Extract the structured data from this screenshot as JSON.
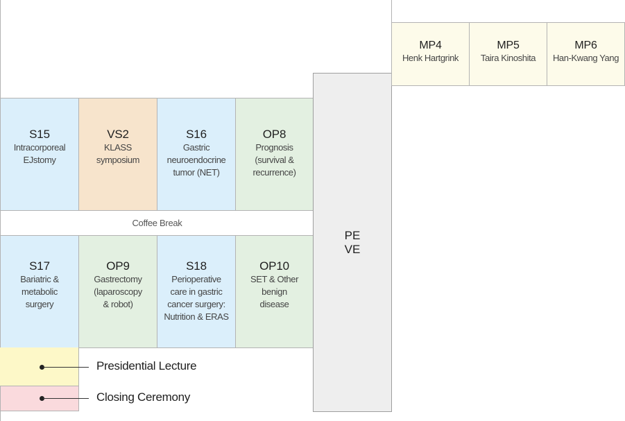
{
  "sessions_row1": [
    {
      "code": "S15",
      "desc": "Intracorporeal\nEJstomy"
    },
    {
      "code": "VS2",
      "desc": "KLASS\nsymposium"
    },
    {
      "code": "S16",
      "desc": "Gastric\nneuroendocrine\ntumor (NET)"
    },
    {
      "code": "OP8",
      "desc": "Prognosis\n(survival &\nrecurrence)"
    }
  ],
  "coffee_break": "Coffee Break",
  "sessions_row2": [
    {
      "code": "S17",
      "desc": "Bariatric &\nmetabolic\nsurgery"
    },
    {
      "code": "OP9",
      "desc": "Gastrectomy\n(laparoscopy\n& robot)"
    },
    {
      "code": "S18",
      "desc": "Perioperative\ncare in gastric\ncancer surgery:\nNutrition & ERAS"
    },
    {
      "code": "OP10",
      "desc": "SET & Other\nbenign\ndisease"
    }
  ],
  "pe_ve": {
    "line1": "PE",
    "line2": "VE"
  },
  "meet_the_professor": [
    {
      "code": "MP4",
      "name": "Henk Hartgrink"
    },
    {
      "code": "MP5",
      "name": "Taira Kinoshita"
    },
    {
      "code": "MP6",
      "name": "Han-Kwang Yang"
    }
  ],
  "legend": [
    {
      "label": "Presidential Lecture",
      "color": "#fdf8c8"
    },
    {
      "label": "Closing Ceremony",
      "color": "#fadadd"
    }
  ],
  "colors": {
    "symposium_blue": "#dbeffb",
    "oral_green": "#e3f0e1",
    "video_orange": "#f7e4cc",
    "mp_cream": "#fdfbea",
    "border": "#b3b3b3"
  }
}
